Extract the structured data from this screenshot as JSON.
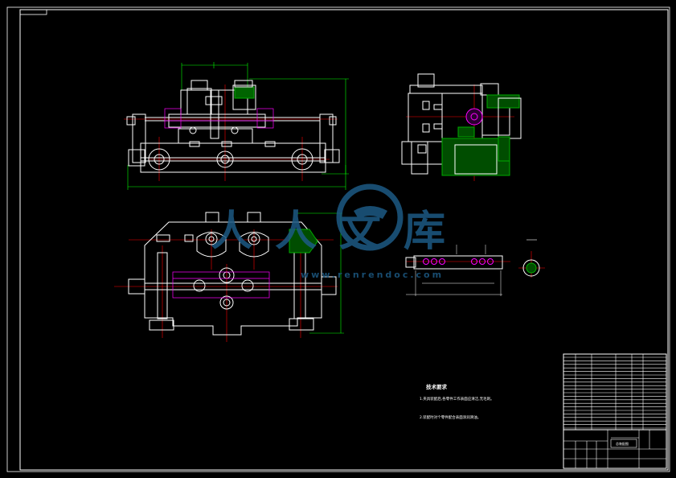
{
  "drawing": {
    "technical_requirements": {
      "heading": "技术要求",
      "items": [
        "1.夹具装配后,各零件工作表面应清洁,无毛刺。",
        "2.装配时对个零件配合表面涂润滑油。"
      ]
    },
    "title_block": {
      "title": "总装配图"
    },
    "watermark": {
      "text": "人人文库",
      "url": "www.renrendoc.com"
    },
    "colors": {
      "background": "#000000",
      "line": "#ffffff",
      "dimension": "#00ff00",
      "centerline": "#ff0000",
      "hidden": "#ff00ff",
      "hatch": "#00aa00",
      "watermark": "#1d5a84"
    }
  }
}
